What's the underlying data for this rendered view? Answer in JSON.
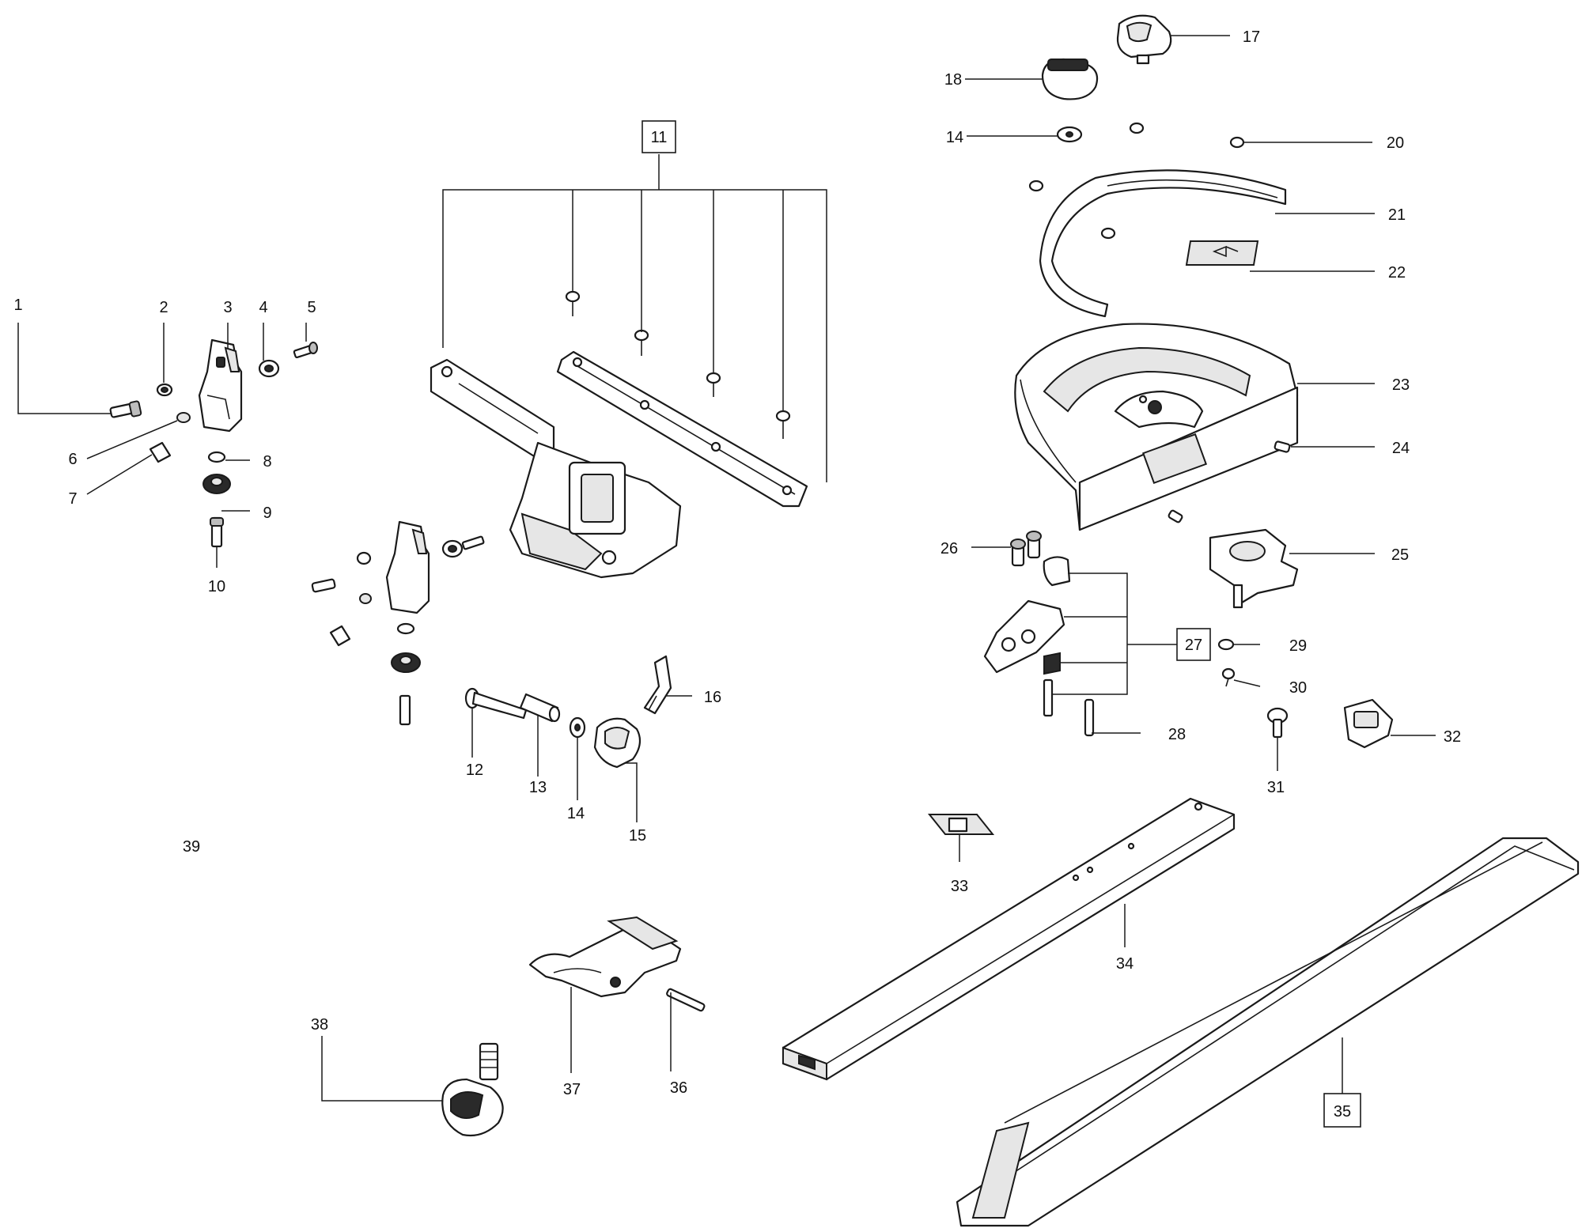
{
  "diagram": {
    "type": "exploded-parts-diagram",
    "callouts": {
      "c1": "1",
      "c2": "2",
      "c3": "3",
      "c4": "4",
      "c5": "5",
      "c6": "6",
      "c7": "7",
      "c8": "8",
      "c9": "9",
      "c10": "10",
      "c11": "11",
      "c12": "12",
      "c13": "13",
      "c14a": "14",
      "c14b": "14",
      "c15": "15",
      "c16": "16",
      "c17": "17",
      "c18": "18",
      "c20": "20",
      "c21": "21",
      "c22": "22",
      "c23": "23",
      "c24": "24",
      "c25": "25",
      "c26": "26",
      "c27": "27",
      "c28": "28",
      "c29": "29",
      "c30": "30",
      "c31": "31",
      "c32": "32",
      "c33": "33",
      "c34": "34",
      "c35": "35",
      "c36": "36",
      "c37": "37",
      "c38": "38",
      "c39": "39"
    },
    "boxed_callouts": [
      "11",
      "27",
      "35"
    ]
  }
}
